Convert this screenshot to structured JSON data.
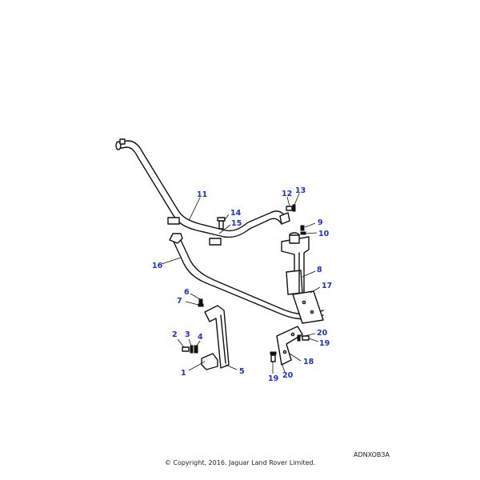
{
  "diagram": {
    "reference_code": "ADNXOB3A",
    "copyright": "© Copyright, 2016. Jaguar Land Rover Limited.",
    "callouts": [
      {
        "id": "callout-1",
        "label": "1"
      },
      {
        "id": "callout-2",
        "label": "2"
      },
      {
        "id": "callout-3",
        "label": "3"
      },
      {
        "id": "callout-4",
        "label": "4"
      },
      {
        "id": "callout-5",
        "label": "5"
      },
      {
        "id": "callout-6",
        "label": "6"
      },
      {
        "id": "callout-7",
        "label": "7"
      },
      {
        "id": "callout-8",
        "label": "8"
      },
      {
        "id": "callout-9",
        "label": "9"
      },
      {
        "id": "callout-10",
        "label": "10"
      },
      {
        "id": "callout-11",
        "label": "11"
      },
      {
        "id": "callout-12",
        "label": "12"
      },
      {
        "id": "callout-13",
        "label": "13"
      },
      {
        "id": "callout-14",
        "label": "14"
      },
      {
        "id": "callout-15",
        "label": "15"
      },
      {
        "id": "callout-16",
        "label": "16"
      },
      {
        "id": "callout-17",
        "label": "17"
      },
      {
        "id": "callout-18",
        "label": "18"
      },
      {
        "id": "callout-19a",
        "label": "19"
      },
      {
        "id": "callout-19b",
        "label": "19"
      },
      {
        "id": "callout-20a",
        "label": "20"
      },
      {
        "id": "callout-20b",
        "label": "20"
      }
    ]
  }
}
